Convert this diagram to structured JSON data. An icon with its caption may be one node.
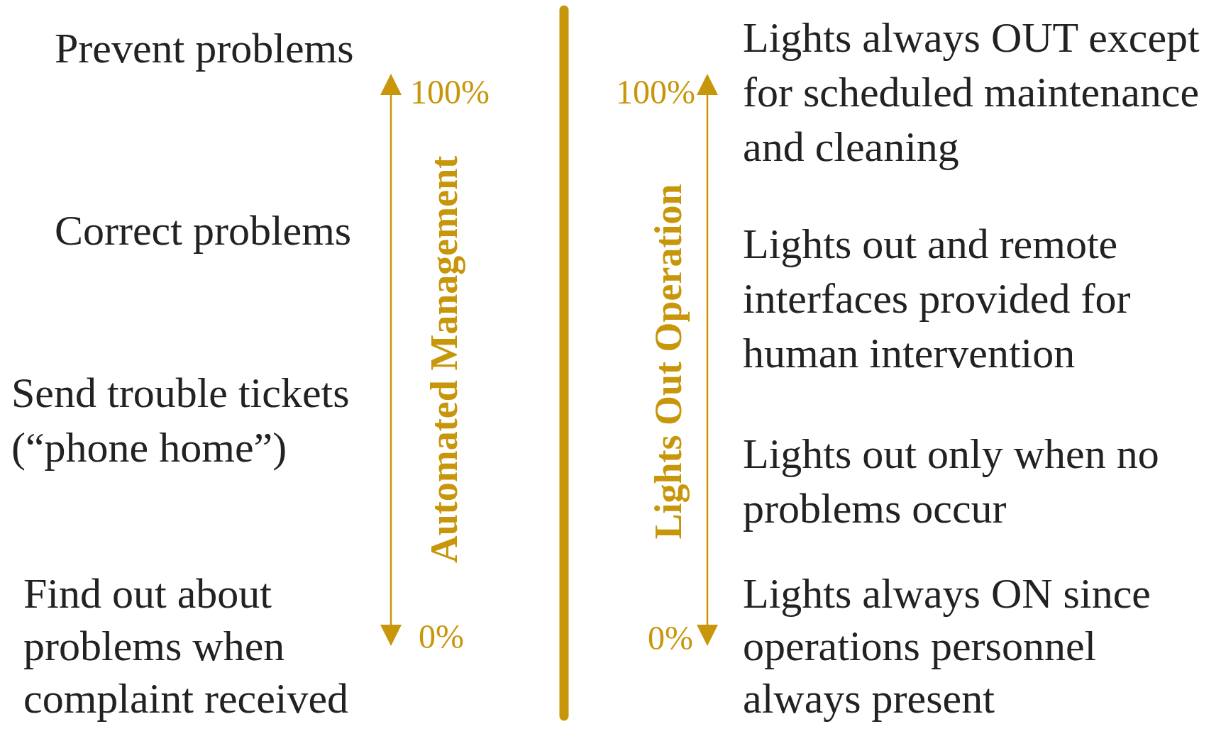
{
  "diagram": {
    "labels": [
      "Prevent problems",
      "Correct problems",
      "Send trouble tickets (“phone home”)",
      "Find out about problems when complaint received",
      "100%",
      "Automated Management",
      "0%",
      "100%",
      "Lights Out Operation",
      "0%",
      "Lights always OUT except for scheduled maintenance and cleaning",
      "Lights out and remote interfaces provided for human intervention",
      "Lights out only when no problems occur",
      "Lights always ON since operations personnel always present"
    ]
  }
}
